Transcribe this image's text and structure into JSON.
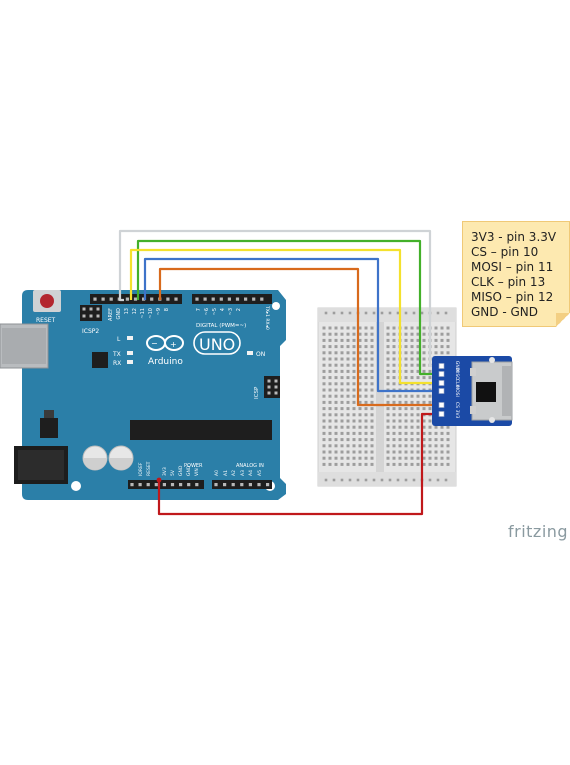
{
  "arduino": {
    "reset_label": "RESET",
    "icsp2_label": "ICSP2",
    "icsp_label": "ICSP",
    "digital_label": "DIGITAL (PWM=~)",
    "brand_label": "Arduino",
    "model_label": "UNO",
    "on_label": "ON",
    "led_l": "L",
    "led_tx": "TX",
    "led_rx": "RX",
    "tx_rx_label": "TX▸1 RX◂0",
    "power_label": "POWER",
    "analog_label": "ANALOG IN",
    "aref": "AREF",
    "gnd": "GND",
    "d13": "13",
    "d12": "12",
    "d11": "~11",
    "d10": "~10",
    "d9": "~9",
    "d8": "8",
    "d7": "7",
    "d6": "~6",
    "d5": "~5",
    "d4": "4",
    "d3": "~3",
    "d2": "2",
    "ioref": "IOREF",
    "reset_pin": "RESET",
    "p3v3": "3V3",
    "p5v": "5V",
    "gnd1": "GND",
    "gnd2": "GND",
    "vin": "VIN",
    "a0": "A0",
    "a1": "A1",
    "a2": "A2",
    "a3": "A3",
    "a4": "A4",
    "a5": "A5"
  },
  "sd_module": {
    "pins": [
      "GND",
      "MISO",
      "CLK",
      "MOSI",
      "CS",
      "3V3"
    ]
  },
  "wires": [
    {
      "name": "3v3-wire",
      "color": "#c0181b"
    },
    {
      "name": "cs-wire",
      "color": "#d86a1c"
    },
    {
      "name": "mosi-wire",
      "color": "#3e73c9"
    },
    {
      "name": "clk-wire",
      "color": "#f4e12d"
    },
    {
      "name": "miso-wire",
      "color": "#43b02a"
    },
    {
      "name": "gnd-wire",
      "color": "#cfd3d6"
    }
  ],
  "note": {
    "lines": [
      "3V3 - pin 3.3V",
      "CS – pin 10",
      "MOSI – pin 11",
      "CLK – pin 13",
      "MISO – pin 12",
      "GND - GND"
    ]
  },
  "brand": "fritzing",
  "colors": {
    "board": "#2b7fa8",
    "board_dark": "#1f6d93",
    "breadboard": "#e8e8e8",
    "sd_board": "#1b4aa6"
  }
}
